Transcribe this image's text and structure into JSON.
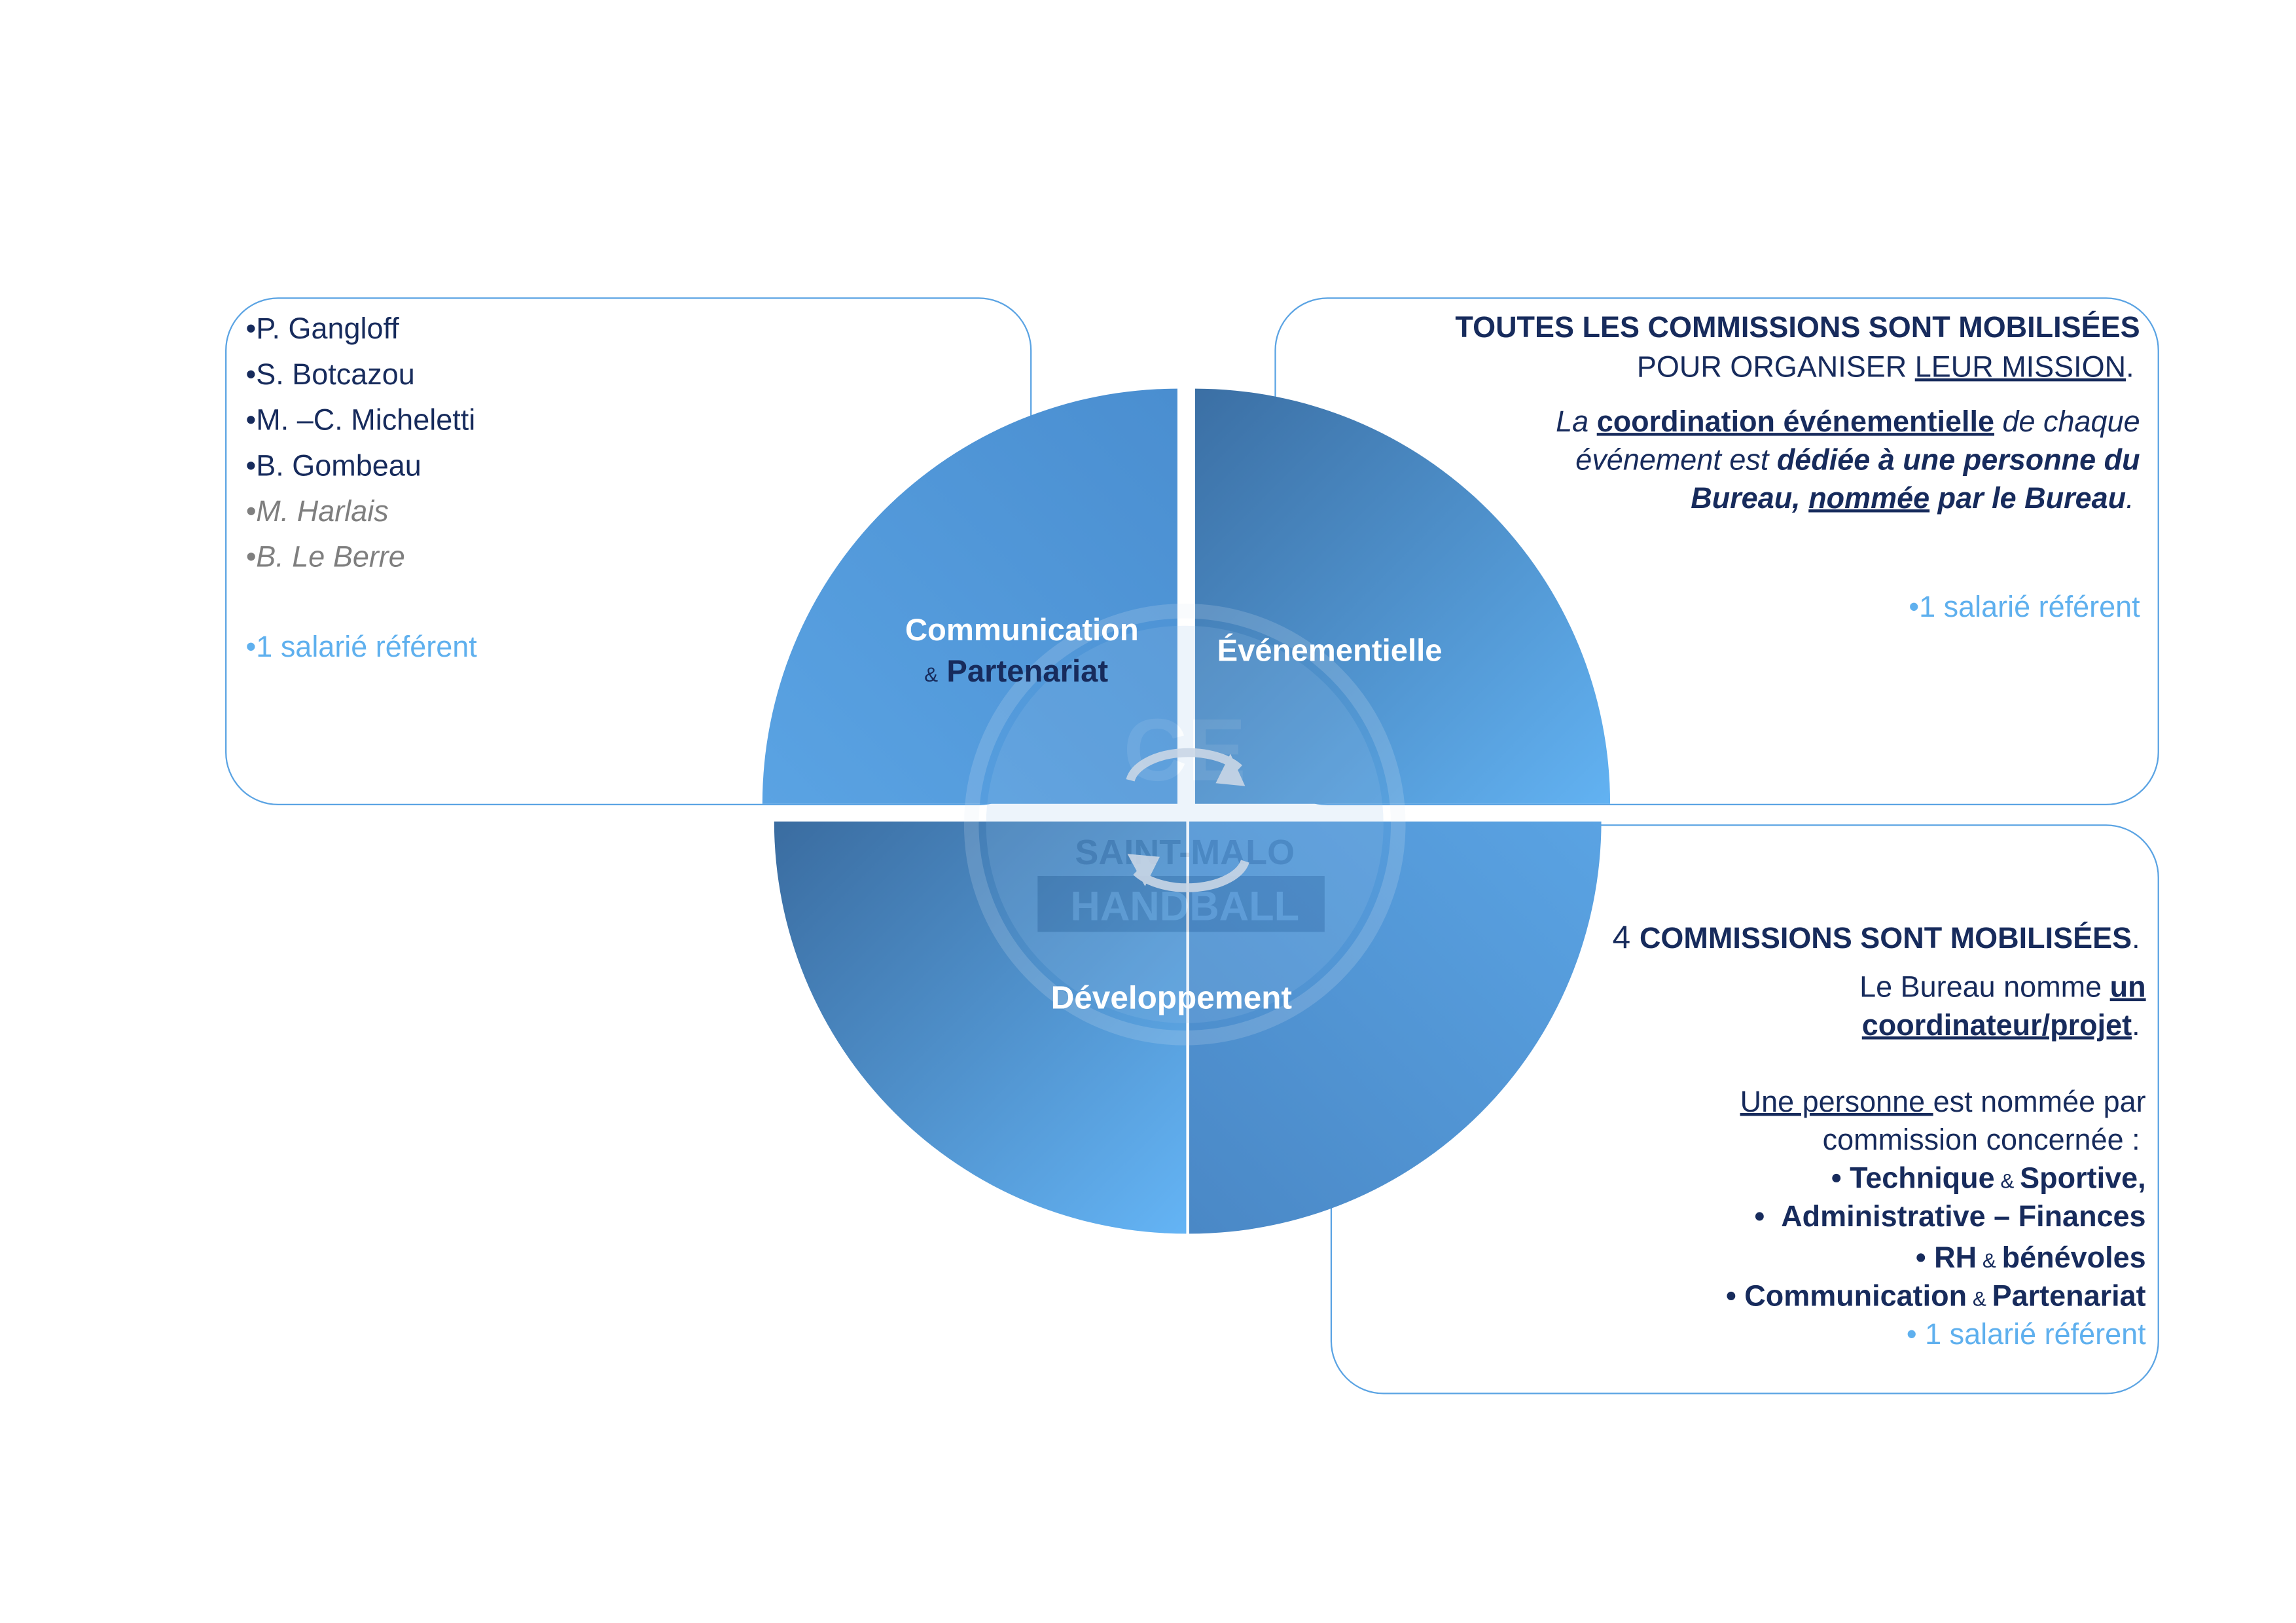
{
  "left_box": {
    "members": [
      "P.  Gangloff",
      "S.  Botcazou",
      "M. –C.  Micheletti",
      "B.  Gombeau"
    ],
    "members_grey": [
      "M.  Harlais",
      "B.  Le Berre"
    ],
    "referent": "1 salarié référent"
  },
  "top_right_box": {
    "line1": "TOUTES LES COMMISSIONS SONT MOBILISÉES",
    "line2a": "POUR ORGANISER ",
    "line2b": "LEUR MISSION",
    "line2c": ".",
    "p1a": "La ",
    "p1b": "coordination événementielle",
    "p1c": " de chaque",
    "p2a": "événement est ",
    "p2b": "dédiée à une personne du",
    "p3a": "Bureau, ",
    "p3b": "nommée",
    "p3c": "  par le Bureau",
    "p3d": ".",
    "referent": "1 salarié référent"
  },
  "bottom_right_box": {
    "title_num": "4 ",
    "title": "COMMISSIONS SONT MOBILISÉES",
    "title_dot": ".",
    "l1a": "Le Bureau nomme ",
    "l1b": "un",
    "l2a": "coordinateur/projet",
    "l2b": ".",
    "l3a": "Une personne ",
    "l3b": "est nommée  par",
    "l4": "commission  concernée  :",
    "items": [
      {
        "a": "Technique",
        "amp": " & ",
        "b": "Sportive,"
      },
      {
        "a": "Administrative – Finances",
        "amp": "",
        "b": ""
      },
      {
        "a": "RH",
        "amp": " & ",
        "b": "bénévoles"
      },
      {
        "a": "Communication",
        "amp": " & ",
        "b": "Partenariat"
      }
    ],
    "referent": "1 salarié référent"
  },
  "quadrants": {
    "communication": "Communication",
    "amp": "&",
    "partenariat": "Partenariat",
    "evenementielle": "Événementielle",
    "developpement": "Développement"
  },
  "colors": {
    "dark_blue": "#172b5c",
    "light_blue": "#5fb0ee",
    "border": "#5aa3e3"
  }
}
